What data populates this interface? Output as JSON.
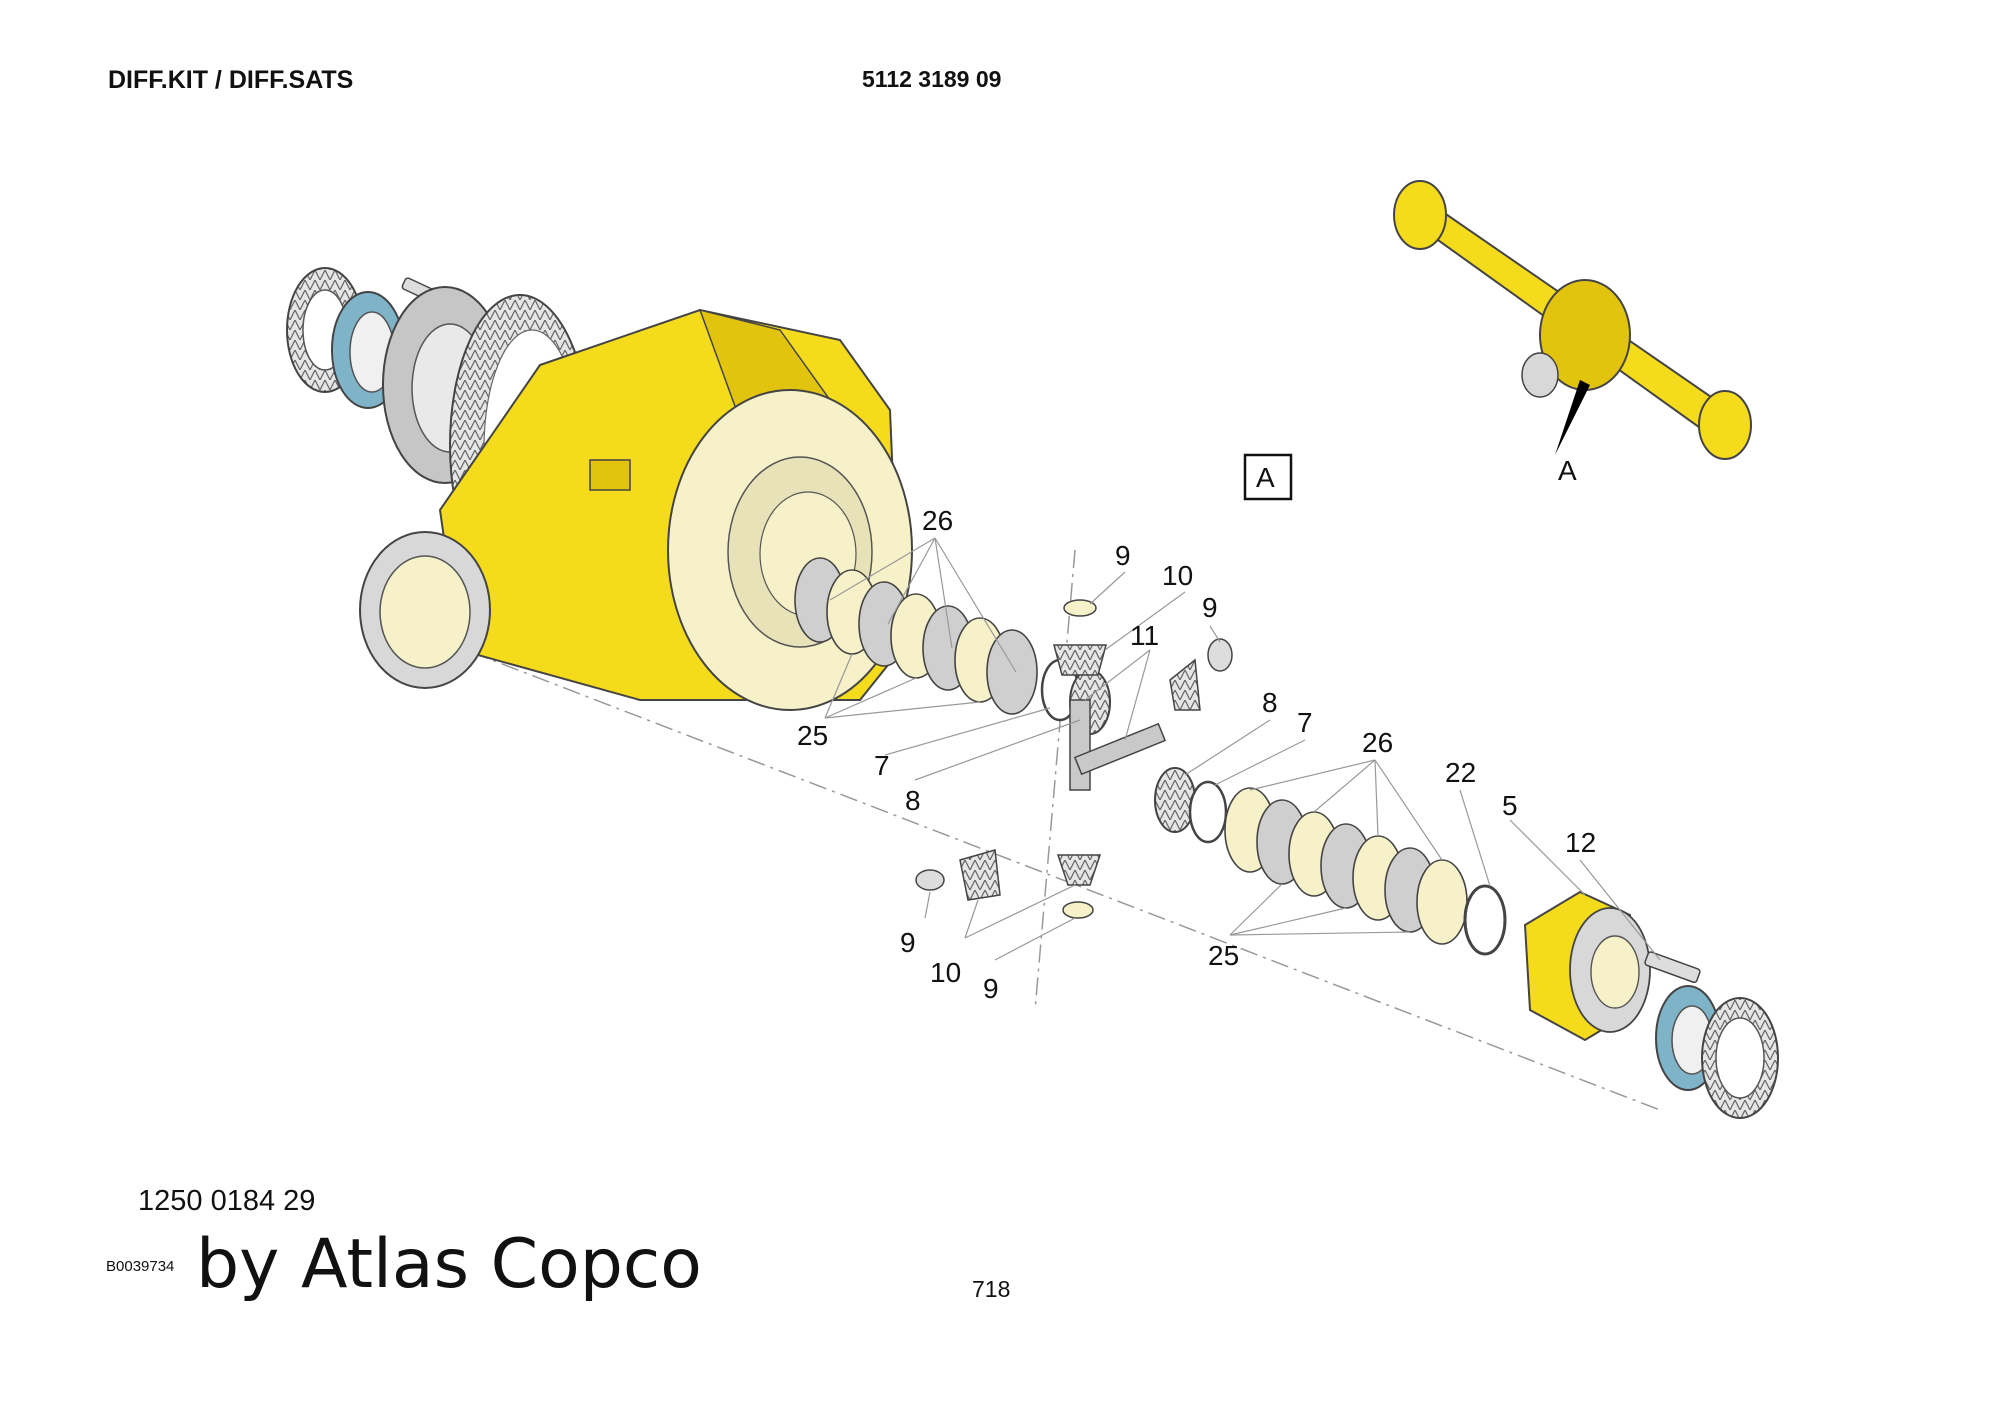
{
  "header": {
    "title": "DIFF.KIT / DIFF.SATS",
    "part_number": "5112 3189 09"
  },
  "figure": {
    "view_label": "A",
    "axle_label": "A",
    "callouts": [
      {
        "id": "c26a",
        "text": "26"
      },
      {
        "id": "c25a",
        "text": "25"
      },
      {
        "id": "c7a",
        "text": "7"
      },
      {
        "id": "c8a",
        "text": "8"
      },
      {
        "id": "c9a",
        "text": "9"
      },
      {
        "id": "c10a",
        "text": "10"
      },
      {
        "id": "c9b",
        "text": "9"
      },
      {
        "id": "c11",
        "text": "11"
      },
      {
        "id": "c8b",
        "text": "8"
      },
      {
        "id": "c7b",
        "text": "7"
      },
      {
        "id": "c26b",
        "text": "26"
      },
      {
        "id": "c22",
        "text": "22"
      },
      {
        "id": "c5",
        "text": "5"
      },
      {
        "id": "c12",
        "text": "12"
      },
      {
        "id": "c25b",
        "text": "25"
      },
      {
        "id": "c9c",
        "text": "9"
      },
      {
        "id": "c10b",
        "text": "10"
      },
      {
        "id": "c9d",
        "text": "9"
      }
    ],
    "colors": {
      "housing": "#f4dc1c",
      "housing_shadow": "#e2c40e",
      "cream": "#f6f1c8",
      "steel": "#cfcfcf",
      "bearing_blue": "#7fb3c8",
      "line": "#333333"
    }
  },
  "footer": {
    "kit_number": "1250 0184 29",
    "drawing_number": "B0039734",
    "brand": "by Atlas Copco",
    "page_number": "718"
  }
}
